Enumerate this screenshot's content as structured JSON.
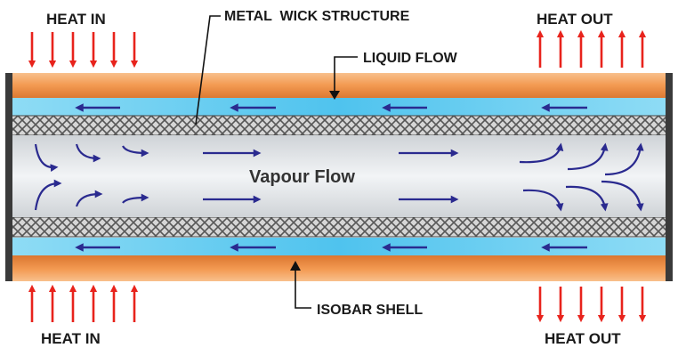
{
  "labels": {
    "heat_in_top": "HEAT IN",
    "heat_out_top": "HEAT OUT",
    "heat_in_bottom": "HEAT IN",
    "heat_out_bottom": "HEAT OUT",
    "metal_wick_structure": "METAL  WICK STRUCTURE",
    "liquid_flow": "LIQUID FLOW",
    "vapour_flow": "Vapour Flow",
    "isobar_shell": "ISOBAR SHELL"
  },
  "icons": {
    "heat_in_arrow": "red-arrow-down",
    "heat_out_arrow": "red-arrow-up",
    "liquid_arrow": "blue-arrow-left",
    "vapour_arrow": "blue-arrow-right"
  },
  "colors": {
    "heat_arrow": "#e8231c",
    "shell": "#f4a05a",
    "shell_edge": "#c9682a",
    "liquid": "#6fd0f2",
    "flow_arrow": "#2a2a8f",
    "wick": "#9a9a9a",
    "vapour": "#e4e7ea"
  }
}
